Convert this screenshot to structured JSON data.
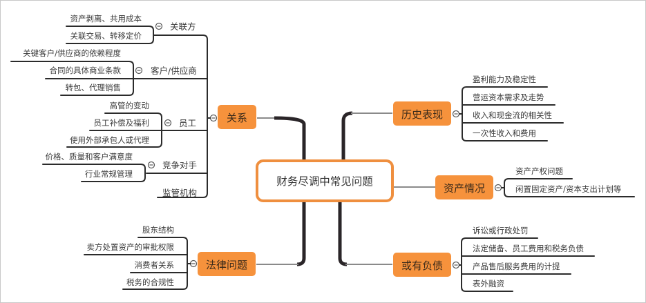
{
  "root": {
    "label": "财务尽调中常见问题"
  },
  "colors": {
    "branch_fill": "#f6923c",
    "root_border": "#ef8f3f",
    "line": "#2b2b2b",
    "connector": "#8a8a8a"
  },
  "branches": {
    "guanxi": {
      "label": "关系",
      "subs": [
        {
          "label": "关联方",
          "leaves": [
            "资产剥离、共用成本",
            "关联交易、转移定价"
          ]
        },
        {
          "label": "客户/供应商",
          "leaves": [
            "关键客户/供应商的依赖程度",
            "合同的具体商业条款",
            "转包、代理销售"
          ]
        },
        {
          "label": "员工",
          "leaves": [
            "高管的变动",
            "员工补偿及福利",
            "使用外部承包人或代理"
          ]
        },
        {
          "label": "竞争对手",
          "leaves": [
            "价格、质量和客户满意度",
            "行业常规管理"
          ]
        },
        {
          "label": "监管机构",
          "leaves": []
        }
      ]
    },
    "falv": {
      "label": "法律问题",
      "leaves": [
        "股东结构",
        "卖方处置资产的审批权限",
        "消费者关系",
        "税务的合规性"
      ]
    },
    "lishi": {
      "label": "历史表现",
      "leaves": [
        "盈利能力及稳定性",
        "营运资本需求及走势",
        "收入和现金流的相关性",
        "一次性收入和费用"
      ]
    },
    "zichan": {
      "label": "资产情况",
      "leaves": [
        "资产产权问题",
        "闲置固定资产/资本支出计划等"
      ]
    },
    "huoyou": {
      "label": "或有负债",
      "leaves": [
        "诉讼或行政处罚",
        "法定储备、员工费用和税务负债",
        "产品售后服务费用的计提",
        "表外融资"
      ]
    }
  }
}
